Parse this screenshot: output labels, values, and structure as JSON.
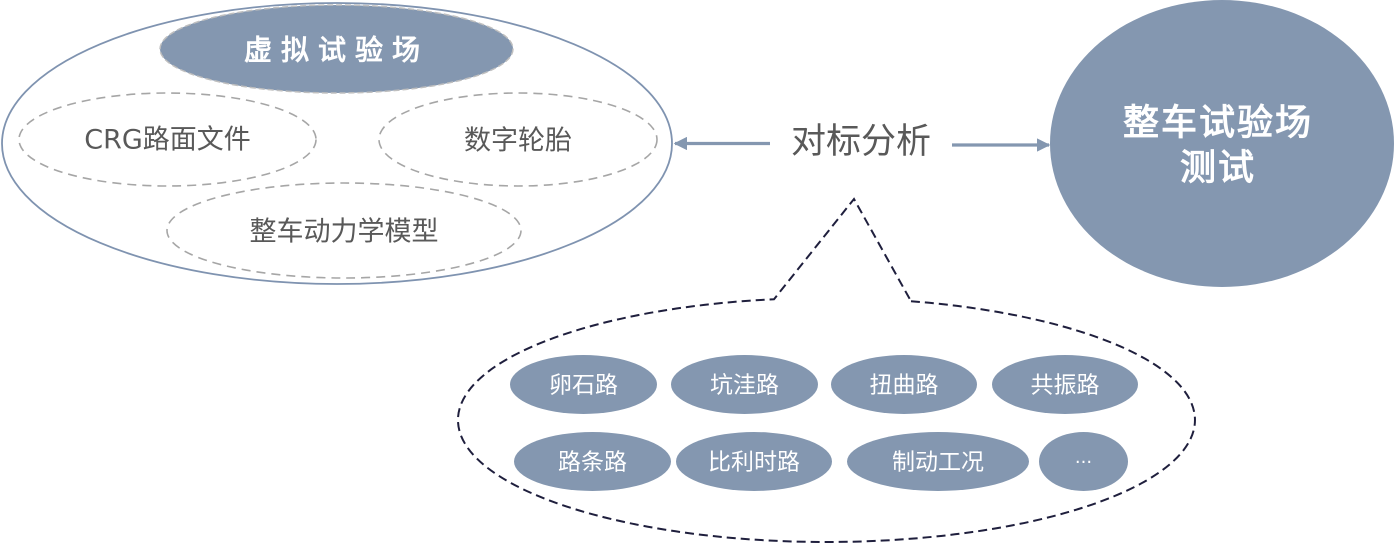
{
  "colors": {
    "accent_fill": "#8497b0",
    "outline_blue": "#7f93b0",
    "dashed_gray": "#a6a6a6",
    "bubble_stroke": "#1f1f3d",
    "body_text": "#595959",
    "title_text": "#ffffff"
  },
  "virtual_proving_ground": {
    "title": "虚拟试验场",
    "components": [
      {
        "label": "CRG路面文件"
      },
      {
        "label": "数字轮胎"
      },
      {
        "label": "整车动力学模型"
      }
    ]
  },
  "benchmark": {
    "label": "对标分析",
    "left_arrow_icon": "arrow-left-icon",
    "right_arrow_icon": "arrow-right-icon"
  },
  "vehicle_proving_ground": {
    "title_line1": "整车试验场",
    "title_line2": "测试"
  },
  "test_conditions": {
    "items": [
      {
        "label": "卵石路"
      },
      {
        "label": "坑洼路"
      },
      {
        "label": "扭曲路"
      },
      {
        "label": "共振路"
      },
      {
        "label": "路条路"
      },
      {
        "label": "比利时路"
      },
      {
        "label": "制动工况"
      },
      {
        "label": "..."
      }
    ]
  }
}
